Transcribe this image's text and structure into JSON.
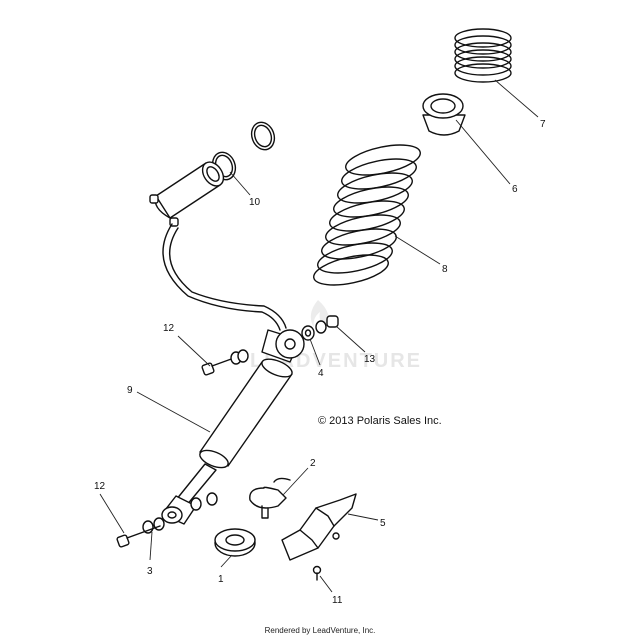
{
  "copyright": "© 2013 Polaris Sales Inc.",
  "footer": "Rendered by LeadVenture, Inc.",
  "watermark": "LEADVENTURE",
  "callouts": [
    {
      "label": "1"
    },
    {
      "label": "2"
    },
    {
      "label": "3"
    },
    {
      "label": "4"
    },
    {
      "label": "5"
    },
    {
      "label": "6"
    },
    {
      "label": "7"
    },
    {
      "label": "8"
    },
    {
      "label": "9"
    },
    {
      "label": "10"
    },
    {
      "label": "11"
    },
    {
      "label": "12"
    },
    {
      "label": "12"
    },
    {
      "label": "13"
    }
  ]
}
